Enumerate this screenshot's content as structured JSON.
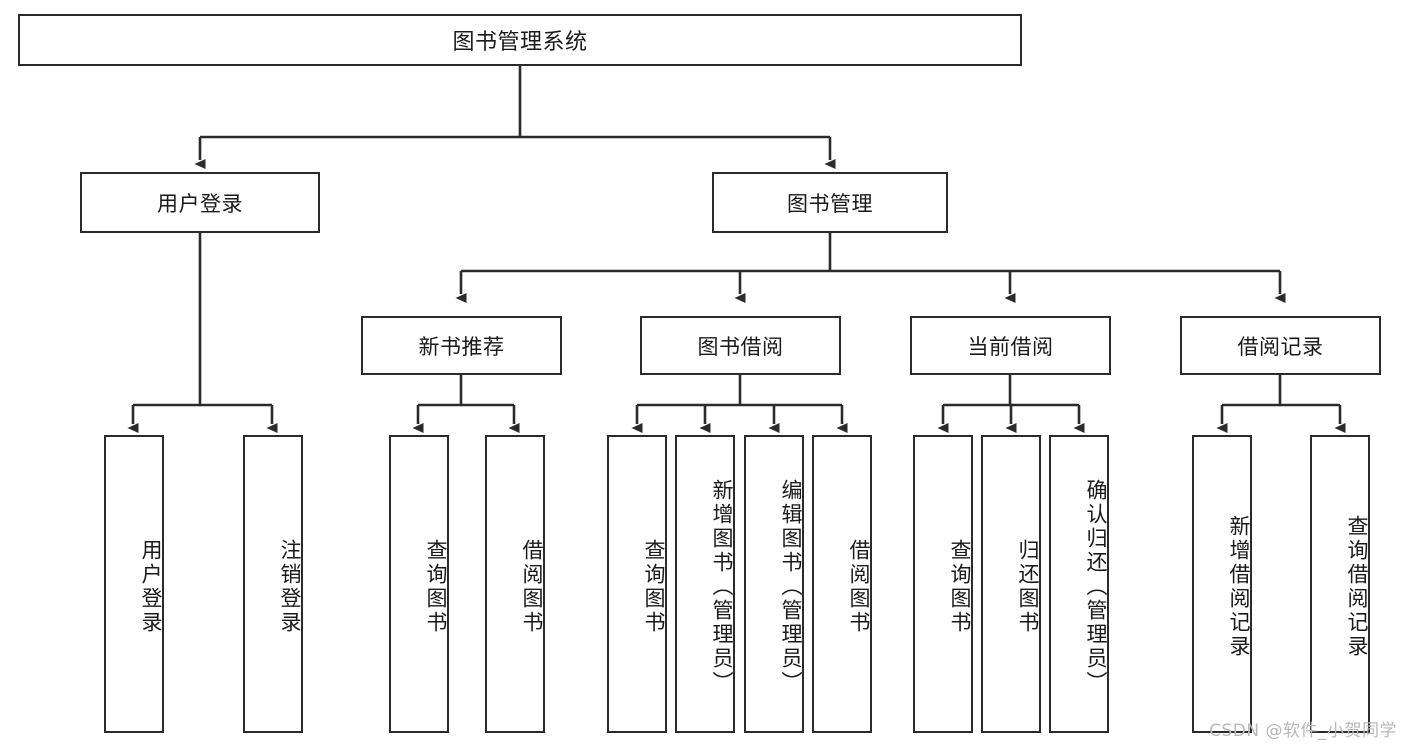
{
  "diagram": {
    "title": "图书管理系统",
    "type": "tree-hierarchy",
    "root": {
      "label": "图书管理系统"
    },
    "level1": [
      {
        "label": "用户登录"
      },
      {
        "label": "图书管理"
      }
    ],
    "level2": [
      {
        "label": "新书推荐"
      },
      {
        "label": "图书借阅"
      },
      {
        "label": "当前借阅"
      },
      {
        "label": "借阅记录"
      }
    ],
    "leaves": {
      "user_login": [
        {
          "label": "用户登录"
        },
        {
          "label": "注销登录"
        }
      ],
      "new_book_recommend": [
        {
          "label": "查询图书"
        },
        {
          "label": "借阅图书"
        }
      ],
      "book_borrow": [
        {
          "label": "查询图书"
        },
        {
          "label": "新增图书（管理员）"
        },
        {
          "label": "编辑图书（管理员）"
        },
        {
          "label": "借阅图书"
        }
      ],
      "current_borrow": [
        {
          "label": "查询图书"
        },
        {
          "label": "归还图书"
        },
        {
          "label": "确认归还（管理员）"
        }
      ],
      "borrow_record": [
        {
          "label": "新增借阅记录"
        },
        {
          "label": "查询借阅记录"
        }
      ]
    }
  },
  "watermark": {
    "text": "CSDN @软件_小贺同学"
  },
  "colors": {
    "stroke": "#2b2b2b",
    "fill": "#ffffff",
    "text": "#1a1a1a",
    "watermark": "#b9b9b9"
  }
}
